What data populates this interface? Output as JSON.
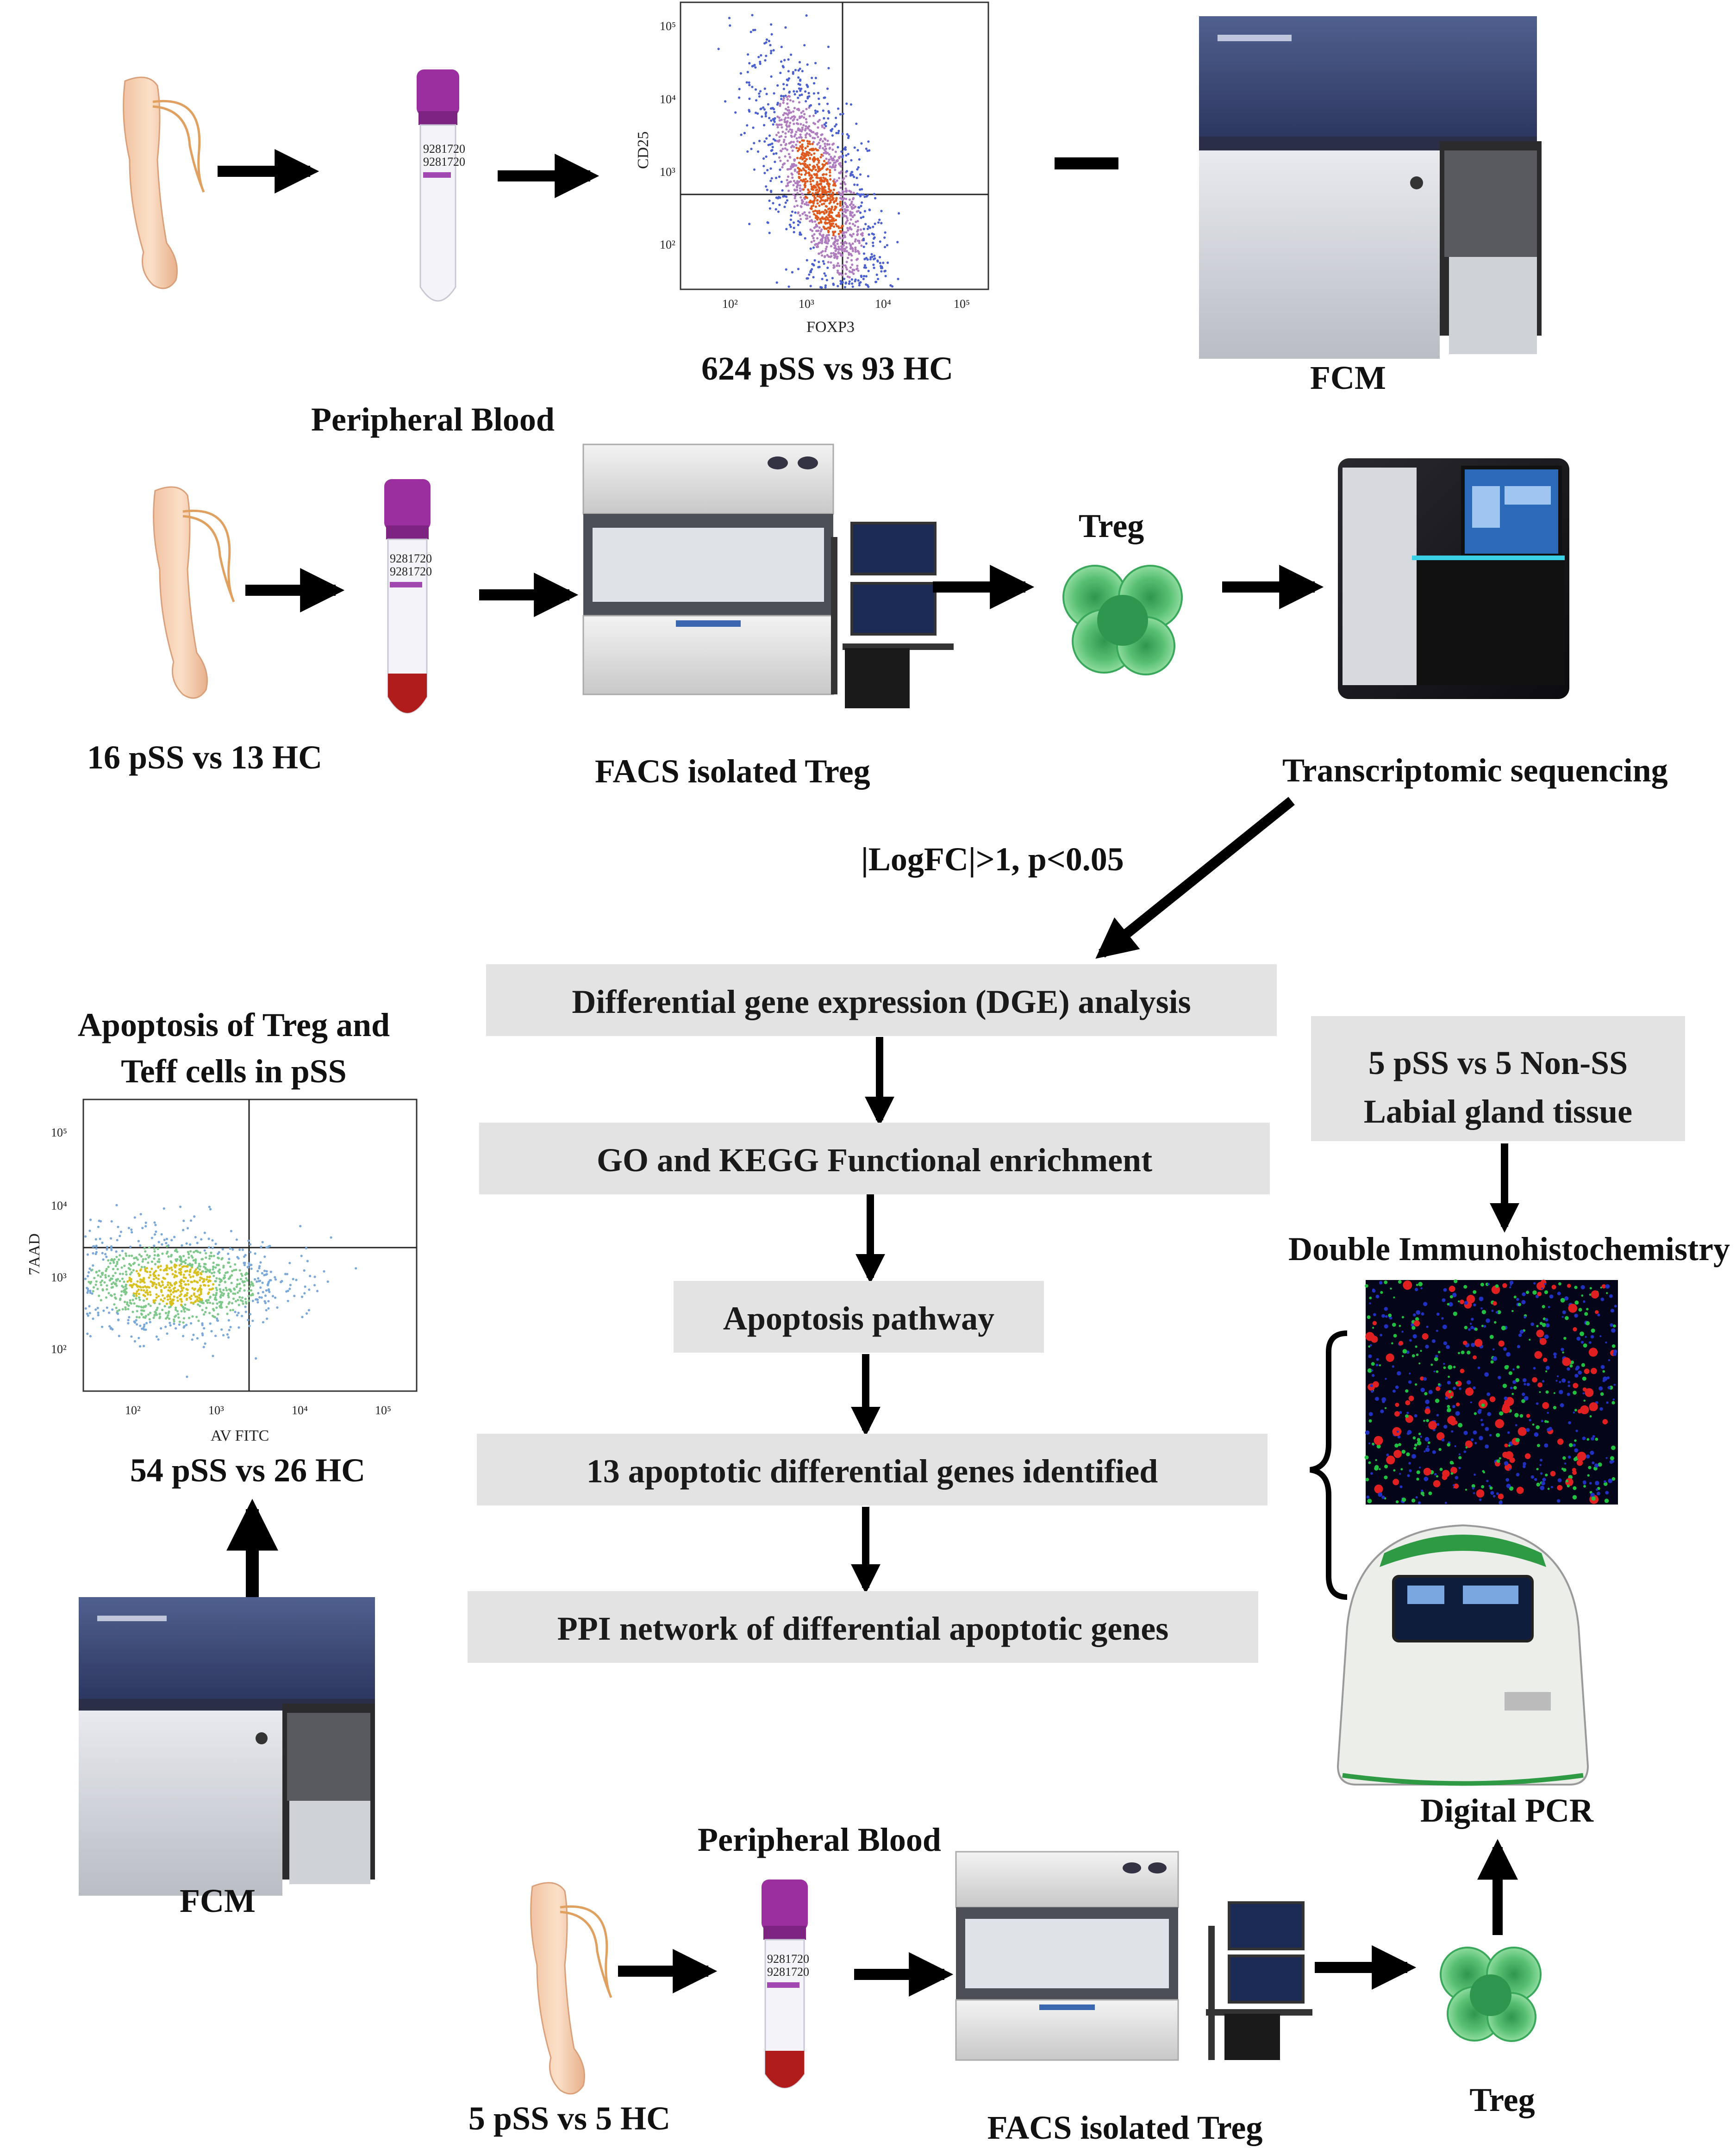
{
  "labels": {
    "row1_count": "624 pSS vs 93 HC",
    "fcm_top": "FCM",
    "peripheral_blood_1": "Peripheral Blood",
    "row2_count": "16 pSS vs 13 HC",
    "facs_1": "FACS isolated Treg",
    "treg_1": "Treg",
    "transcriptomic": "Transcriptomic sequencing",
    "threshold": "|LogFC|>1, p<0.05",
    "apoptosis_title_1": "Apoptosis of Treg and",
    "apoptosis_title_2": "Teff cells in pSS",
    "apoptosis_count": "54 pSS vs 26 HC",
    "fcm_left": "FCM",
    "tissue_1": "5 pSS vs 5 Non-SS",
    "tissue_2": "Labial gland tissue",
    "dihc": "Double Immunohistochemistry",
    "digital_pcr": "Digital PCR",
    "peripheral_blood_2": "Peripheral Blood",
    "row3_count": "5 pSS vs 5 HC",
    "facs_2": "FACS isolated Treg",
    "treg_2": "Treg"
  },
  "tube_label": {
    "line1": "9281720",
    "line2": "9281720"
  },
  "pipeline": [
    "Differential gene expression (DGE) analysis",
    "GO and KEGG Functional enrichment",
    "Apoptosis pathway",
    "13 apoptotic differential genes identified",
    "PPI network of differential apoptotic genes"
  ],
  "plot_top": {
    "xlabel": "FOXP3",
    "ylabel": "CD25",
    "x_ticks": [
      "10²",
      "10³",
      "10⁴",
      "10⁵"
    ],
    "y_ticks": [
      "10⁵",
      "10⁴",
      "10³",
      "10²"
    ]
  },
  "plot_left": {
    "xlabel": "AV FITC",
    "ylabel": "7AAD",
    "x_ticks": [
      "10²",
      "10³",
      "10⁴",
      "10⁵"
    ],
    "y_ticks": [
      "10⁵",
      "10⁴",
      "10³",
      "10²"
    ]
  },
  "colors": {
    "box_fill": "#e3e3e3",
    "arrow": "#000000",
    "cell_green": "#3aa85a",
    "tube_cap": "#9c2fa0",
    "blood": "#b01b1b",
    "machine_blue": "#3a4a7a"
  }
}
